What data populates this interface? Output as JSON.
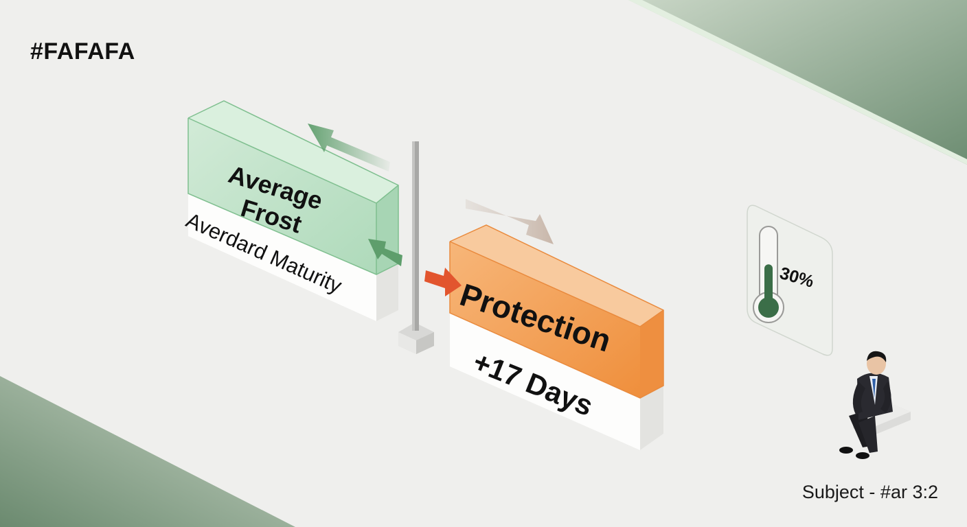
{
  "header": {
    "hex_label": "#FAFAFA"
  },
  "footer": {
    "label": "Subject - #ar 3:2"
  },
  "blocks": {
    "frost": {
      "line1": "Average",
      "line2": "Frost",
      "caption": "Averdard Maturity"
    },
    "protection": {
      "label": "Protection",
      "caption": "+17 Days"
    }
  },
  "gauge": {
    "percent_label": "30%",
    "level": 0.3
  },
  "colors": {
    "background": "#efefed",
    "green_band": "#7f9e82",
    "frost_block": "#bfe3c8",
    "frost_arrow": "#5e9e6c",
    "protection_block": "#f3a35e",
    "protection_arrow": "#e2552e",
    "thermometer_fill": "#3b6e48"
  },
  "icons": [
    "arrow-left-icon",
    "arrow-right-icon",
    "thermometer-icon",
    "seated-person-figure"
  ]
}
